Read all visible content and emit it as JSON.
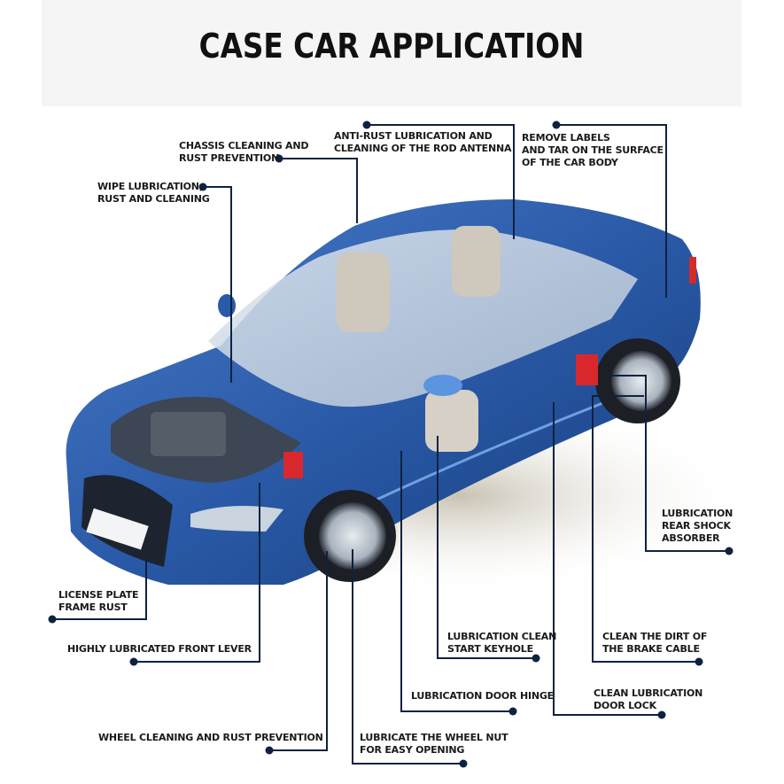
{
  "title": "CASE CAR APPLICATION",
  "colors": {
    "leader": "#0e2240",
    "dot": "#0e2240",
    "car_body": "#2a5aa8",
    "car_dark": "#173c7a",
    "header_bg": "#f5f5f5"
  },
  "callouts": [
    {
      "id": "chassis",
      "text": "CHASSIS CLEANING AND\nRUST PREVENTION"
    },
    {
      "id": "antenna",
      "text": "ANTI-RUST LUBRICATION AND\nCLEANING OF THE ROD ANTENNA"
    },
    {
      "id": "labels",
      "text": "REMOVE LABELS\nAND TAR ON THE SURFACE\nOF THE CAR BODY"
    },
    {
      "id": "wipe",
      "text": "WIPE LUBRICATION,\nRUST AND CLEANING"
    },
    {
      "id": "rear-shock",
      "text": "LUBRICATION\nREAR SHOCK\nABSORBER"
    },
    {
      "id": "license",
      "text": "LICENSE PLATE\nFRAME RUST"
    },
    {
      "id": "front-lever",
      "text": "HIGHLY LUBRICATED FRONT LEVER"
    },
    {
      "id": "keyhole",
      "text": "LUBRICATION CLEAN\nSTART KEYHOLE"
    },
    {
      "id": "brake",
      "text": "CLEAN THE DIRT OF\nTHE BRAKE CABLE"
    },
    {
      "id": "hinge",
      "text": "LUBRICATION DOOR HINGE"
    },
    {
      "id": "door-lock",
      "text": "CLEAN LUBRICATION\nDOOR LOCK"
    },
    {
      "id": "wheel",
      "text": "WHEEL CLEANING AND RUST PREVENTION"
    },
    {
      "id": "wheel-nut",
      "text": "LUBRICATE THE WHEEL NUT\nFOR EASY OPENING"
    }
  ]
}
